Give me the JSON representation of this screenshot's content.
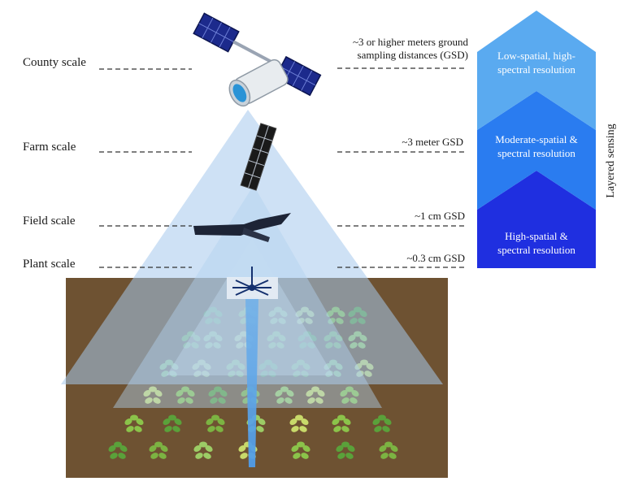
{
  "scales": [
    {
      "label": "County scale",
      "gsd_lines": [
        "~3 or higher meters ground",
        "sampling distances (GSD)"
      ]
    },
    {
      "label": "Farm scale",
      "gsd_lines": [
        "~3 meter GSD"
      ]
    },
    {
      "label": "Field scale",
      "gsd_lines": [
        "~1 cm GSD"
      ]
    },
    {
      "label": "Plant scale",
      "gsd_lines": [
        "~0.3 cm GSD"
      ]
    }
  ],
  "arrow": {
    "title": "Layered sensing",
    "tiers": [
      {
        "lines": [
          "Low-spatial, high-",
          "spectral resolution"
        ],
        "color": "#5aaaf0"
      },
      {
        "lines": [
          "Moderate-spatial &",
          "spectral resolution"
        ],
        "color": "#2a7cf0"
      },
      {
        "lines": [
          "High-spatial &",
          "spectral resolution"
        ],
        "color": "#1f2fe0"
      }
    ]
  },
  "colors": {
    "soil": "#6e5232",
    "cone": "#9ec6ee",
    "dash": "#333333"
  }
}
